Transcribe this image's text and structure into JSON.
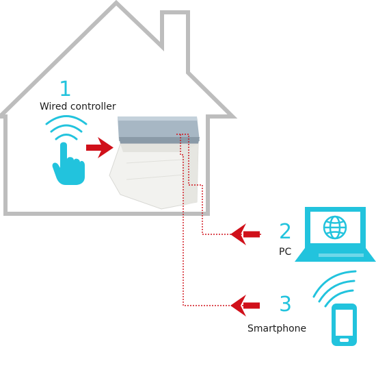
{
  "steps": [
    {
      "number": "1",
      "label": "Wired controller"
    },
    {
      "number": "2",
      "label": "PC"
    },
    {
      "number": "3",
      "label": "Smartphone"
    }
  ],
  "colors": {
    "house_outline": "#bdbdbd",
    "accent_cyan": "#22c3dd",
    "arrow_red": "#d0101a",
    "wire_red": "#d0101a",
    "unit_panel": "#a7b7c4",
    "unit_body": "#f2f2ef"
  },
  "icons": [
    "wifi-waves-icon",
    "pointing-hand-icon",
    "laptop-globe-icon",
    "smartphone-icon",
    "arrow-right-icon",
    "arrow-left-icon"
  ]
}
